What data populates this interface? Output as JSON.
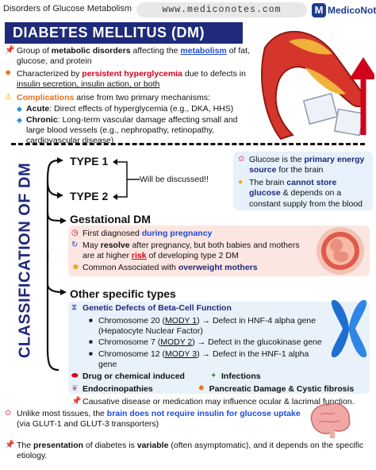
{
  "header": {
    "left_text": "Disorders of Glucose Metabolism",
    "url": "www.mediconotes.com",
    "logo_mark": "M",
    "logo_text": "MedicoNotes"
  },
  "title": "DIABETES MELLITUS (DM)",
  "intro": {
    "b1_pre": "Group of ",
    "b1_bold": "metabolic disorders",
    "b1_mid": " affecting the ",
    "b1_link": "metabolism",
    "b1_post": " of fat, glucose, and protein",
    "b2_pre": "Characterized by ",
    "b2_bold": "persistent hyperglycemia",
    "b2_mid": " due to defects in ",
    "b2_ul": "insulin secretion, insulin action, or both",
    "b3_bold": "Complications",
    "b3_post": " arise from two primary mechanisms:",
    "acute_label": "Acute",
    "acute_text": ": Direct effects of hyperglycemia (e.g., DKA, HHS)",
    "chronic_label": "Chronic",
    "chronic_text": ": Long-term vascular damage affecting small and large blood vessels (e.g., nephropathy, retinopathy, cardiovascular disease)"
  },
  "classification_label": "CLASSIFICATION OF DM",
  "types": {
    "type1": "TYPE 1",
    "type2": "TYPE 2",
    "discuss": "Will be discussed!!",
    "gestational": "Gestational DM",
    "other": "Other specific types"
  },
  "brain_box": {
    "l1_pre": "Glucose is the ",
    "l1_bold": "primary energy source",
    "l1_post": " for the brain",
    "l2_pre": "The brain ",
    "l2_bold": "cannot store glucose",
    "l2_post": " & depends on a constant supply from the blood"
  },
  "gestational": {
    "g1_pre": "First diagnosed ",
    "g1_bold": "during pregnancy",
    "g2_pre": "May ",
    "g2_bold": "resolve",
    "g2_mid": " after pregnancy, but both babies and mothers are at higher ",
    "g2_risk": "risk",
    "g2_post": " of developing type 2 DM",
    "g3_pre": "Common Associated with ",
    "g3_bold": "overweight mothers"
  },
  "other": {
    "genetic_title": "Genetic Defects of Beta-Cell Function",
    "c20_pre": "Chromosome 20 (",
    "c20_mody": "MODY 1",
    "c20_post": ") → Defect in HNF-4 alpha gene (Hepatocyte Nuclear Factor)",
    "c7_pre": "Chromosome 7 (",
    "c7_mody": "MODY 2",
    "c7_post": ") → Defect in the glucokinase gene",
    "c12_pre": "Chromosome 12 (",
    "c12_mody": "MODY 3",
    "c12_post": ") → Defect in the HNF-1 alpha gene",
    "drug": "Drug or chemical induced",
    "infections": "Infections",
    "endo": "Endocrinopathies",
    "pancreatic": "Pancreatic Damage & Cystic fibrosis",
    "causative": "Causative disease or medication may influence ocular & lacrimal function."
  },
  "bottom": {
    "p1_pre": "Unlike most tissues, the ",
    "p1_bold": "brain does not require insulin for glucose uptake",
    "p1_post": " (via GLUT-1 and GLUT-3 transporters)",
    "p2_pre": "The ",
    "p2_bold1": "presentation",
    "p2_mid": " of diabetes is ",
    "p2_bold2": "variable",
    "p2_post": " (often asymptomatic), and it depends on the specific etiology."
  },
  "colors": {
    "title_bg": "#1f2a7a",
    "red": "#d0021b",
    "blue": "#1f4bd8",
    "orange": "#e8701a",
    "gest_bg": "#fbe6e1",
    "other_bg": "#e9f2fb"
  },
  "icons": [
    "pin-icon",
    "sun-icon",
    "warning-icon",
    "diamond-icon",
    "brain-icon",
    "bulb-icon",
    "clock-icon",
    "recycle-icon",
    "person-icon",
    "dna-icon",
    "pill-icon",
    "bug-icon",
    "gland-icon",
    "burst-icon"
  ]
}
